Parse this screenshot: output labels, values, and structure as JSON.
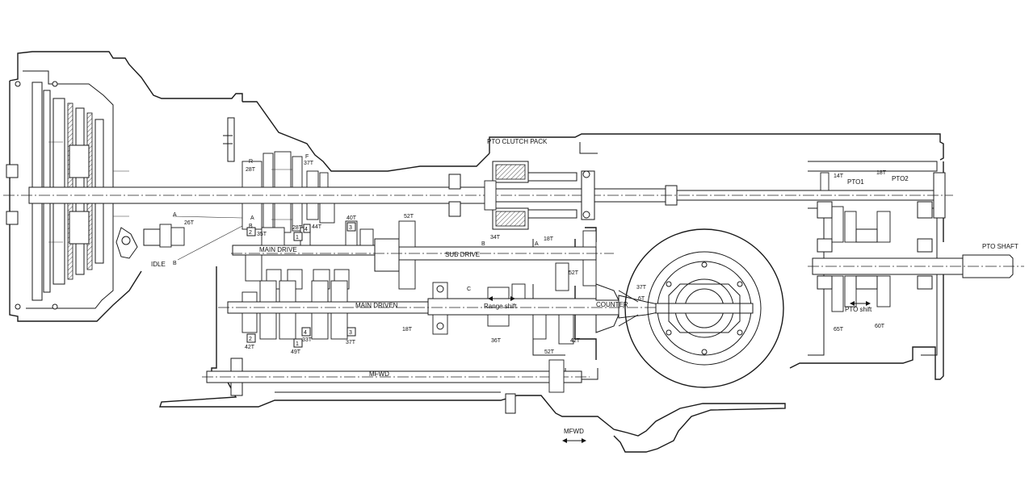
{
  "colors": {
    "line": "#1a1a1a",
    "background": "#ffffff"
  },
  "labels": {
    "pto_clutch_pack": "PTO CLUTCH PACK",
    "pto_shaft": "PTO SHAFT",
    "main_drive": "MAIN DRIVE",
    "sub_drive": "SUB DRIVE",
    "main_driven": "MAIN DRIVEN",
    "counter": "COUNTER",
    "mfwd": "MFWD",
    "mfwd_shift": "MFWD",
    "idle": "IDLE",
    "range_shift": "Range shift",
    "pto_shift": "PTO shift",
    "pto1": "PTO1",
    "pto2": "PTO2"
  },
  "gears": {
    "t28_top": "28T",
    "t37_top": "37T",
    "t35": "35T",
    "t26": "26T",
    "t28_mid": "28T",
    "t44": "44T",
    "t40": "40T",
    "t52_top": "52T",
    "t34": "34T",
    "t18_top": "18T",
    "t14": "14T",
    "t18_pto": "18T",
    "t52_mid": "52T",
    "t37_counter": "37T",
    "t6": "6T",
    "t42_left": "42T",
    "t49": "49T",
    "t33": "33T",
    "t37_bottom": "37T",
    "t18_bottom": "18T",
    "t36": "36T",
    "t52_bottom": "52T",
    "t42_right": "42T",
    "t65": "65T",
    "t60": "60T"
  },
  "markers": {
    "r": "R",
    "f": "F",
    "a_top": "A",
    "b_top": "B",
    "a_idle": "A",
    "b_idle": "B",
    "b_mid": "B",
    "a_mid": "A",
    "c": "C",
    "g2_top": "2",
    "g1_top": "1",
    "g4_top": "4",
    "g3_top": "3",
    "g2_bot": "2",
    "g1_bot": "1",
    "g4_bot": "4",
    "g3_bot": "3"
  }
}
